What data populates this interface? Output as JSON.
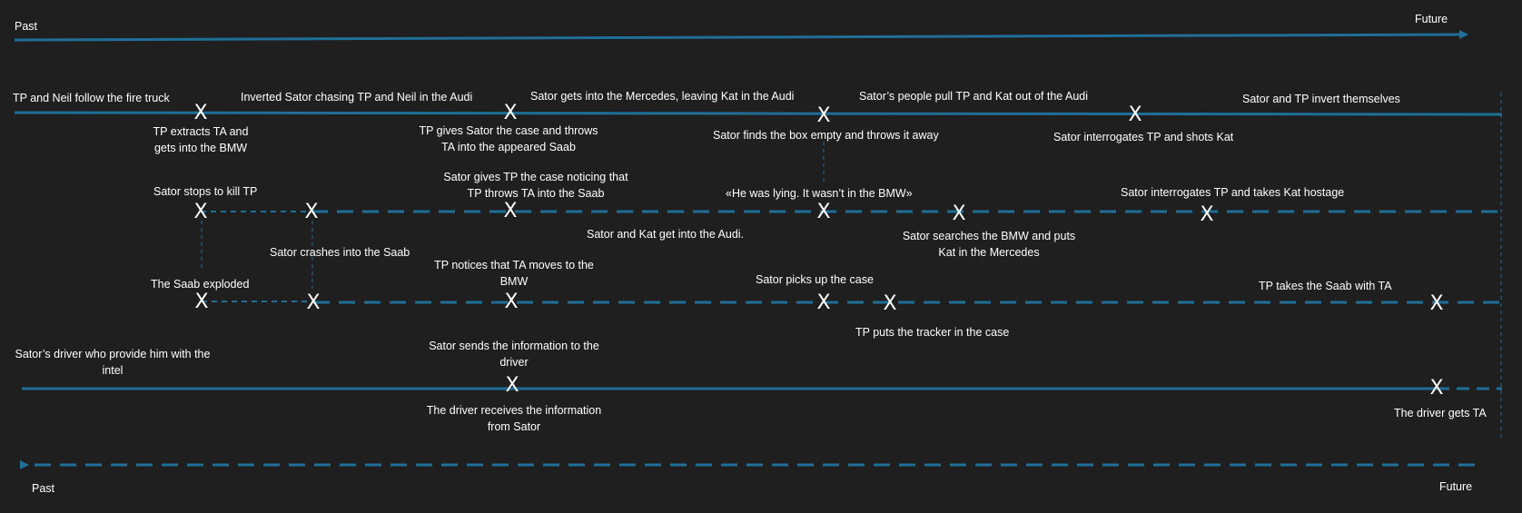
{
  "colors": {
    "background": "#1f1f1f",
    "line": "#1f6f99",
    "text": "#ffffff"
  },
  "axis": {
    "top_past": "Past",
    "top_future": "Future",
    "bottom_past": "Past",
    "bottom_future": "Future"
  },
  "marker_glyph": "X",
  "events": {
    "e1": "TP and Neil follow the fire truck",
    "e2": "Inverted Sator chasing TP and Neil in the Audi",
    "e3": "Sator gets into the Mercedes, leaving Kat in the Audi",
    "e4": "Sator’s people pull TP and Kat out of the Audi",
    "e5": "Sator and TP invert themselves",
    "e6": "TP extracts TA and gets into the BMW",
    "e7": "TP gives Sator the case and throws TA into the appeared Saab",
    "e8": "Sator finds the box empty and throws it away",
    "e9": "Sator interrogates TP and shots Kat",
    "e10": "Sator stops to kill TP",
    "e11": "Sator gives TP the case noticing that TP throws TA into the Saab",
    "e12": "«He was lying. It wasn’t in the BMW»",
    "e13": "Sator interrogates TP and takes Kat hostage",
    "e14": "Sator and Kat get into the Audi.",
    "e15": "Sator crashes into the Saab",
    "e16": "Sator searches the BMW and puts Kat in the Mercedes",
    "e17": "The Saab exploded",
    "e18": "TP notices that TA moves to the BMW",
    "e19": "Sator picks up the case",
    "e20": "TP takes the Saab with TA",
    "e21": "TP puts the tracker in the case",
    "e22": "Sator’s driver who provide him with the intel",
    "e23": "Sator sends the information to the driver",
    "e24": "The driver receives the information from Sator",
    "e25": "The driver gets TA"
  }
}
